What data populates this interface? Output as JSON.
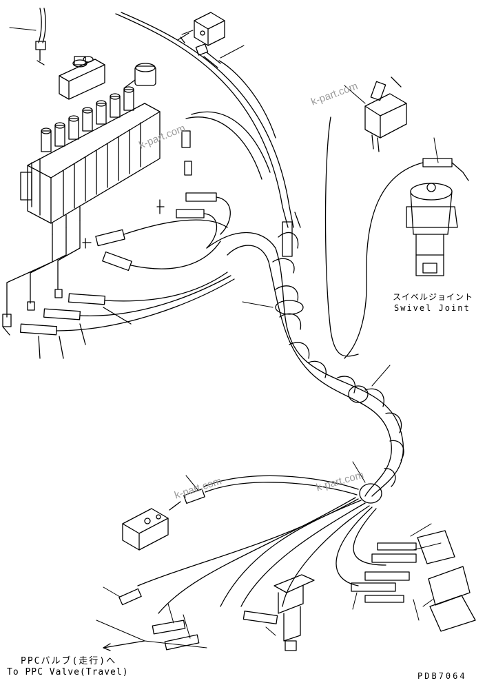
{
  "labels": {
    "swivel_jp": "スイベルジョイント",
    "swivel_en": "Swivel Joint",
    "ppc_jp": "PPCバルブ(走行)へ",
    "ppc_en": "To PPC Valve(Travel)",
    "code": "PDB7064"
  },
  "watermarks": [
    "k-part.com",
    "k-part.com",
    "k-part.com",
    "k-part.com"
  ],
  "colors": {
    "ink": "#000000",
    "watermark": "#9a9a9a"
  }
}
